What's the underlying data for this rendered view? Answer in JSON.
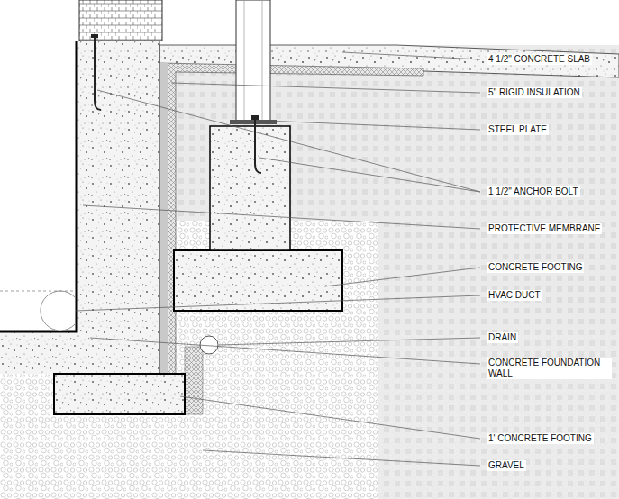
{
  "diagram": {
    "labels": [
      "4 1/2\" CONCRETE SLAB",
      "5\" RIGID INSULATION",
      "STEEL PLATE",
      "1 1/2\" ANCHOR BOLT",
      "PROTECTIVE MEMBRANE",
      "CONCRETE FOOTING",
      "HVAC DUCT",
      "DRAIN",
      "CONCRETE FOUNDATION WALL",
      "1' CONCRETE FOOTING",
      "GRAVEL"
    ]
  }
}
